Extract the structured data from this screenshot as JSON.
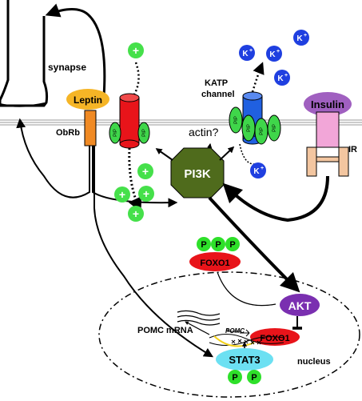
{
  "labels": {
    "synapse": "synapse",
    "leptin": "Leptin",
    "obrb": "ObRb",
    "insulin": "Insulin",
    "ir": "IR",
    "katp_line1": "KATP",
    "katp_line2": "channel",
    "actin": "actin?",
    "pi3k": "PI3K",
    "akt": "AKT",
    "foxo1": "FOXO1",
    "stat3": "STAT3",
    "pomc_mrna": "POMC mRNA",
    "pomc_gene": "POMC",
    "nucleus": "nucleus",
    "p": "P",
    "pip3": "PIP",
    "pip3_sub": "3",
    "plus": "+",
    "k_ion": "K",
    "k_sup": "+"
  },
  "colors": {
    "leptin": "#f5b526",
    "obrb": "#f08a24",
    "insulin": "#a060c0",
    "ir": "#f2a6d8",
    "ir_base": "#f3c6a0",
    "pi3k": "#4f6b1c",
    "akt": "#7a2fb0",
    "foxo1": "#e8141a",
    "stat3": "#6ce0f2",
    "phospho": "#2ee02a",
    "pip3": "#3fd64a",
    "ion_plus": "#45e04a",
    "k_ion": "#1f3fe0",
    "katp": "#2060e0",
    "cation_channel": "#e8141a"
  }
}
